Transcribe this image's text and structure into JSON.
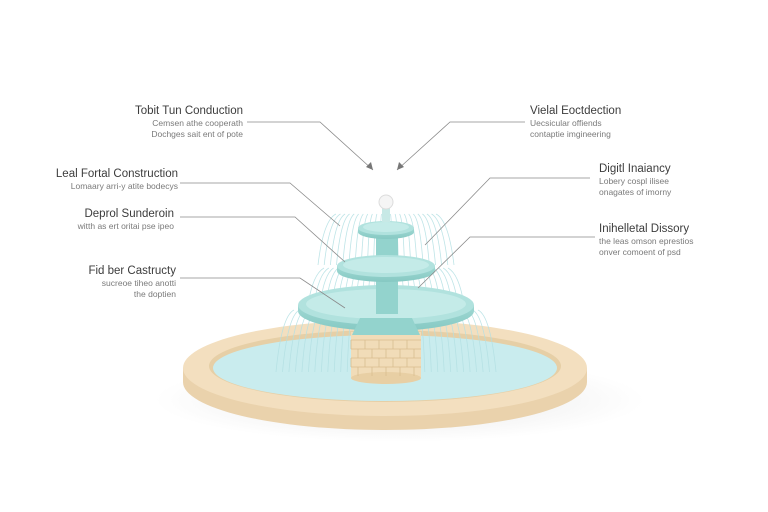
{
  "callouts": [
    {
      "id": "tl1",
      "title": "Tobit Tun Conduction",
      "desc": [
        "Cemsen athe cooperath",
        "Dochges sait ent of pote"
      ]
    },
    {
      "id": "tl2",
      "title": "Leal Fortal Construction",
      "desc": [
        "Lomaary arri-y atite bodecys"
      ]
    },
    {
      "id": "tl3",
      "title": "Deprol Sunderoin",
      "desc": [
        "witth as ert oritai pse ipeo"
      ]
    },
    {
      "id": "tl4",
      "title": "Fid ber Castructy",
      "desc": [
        "sucreoe tiheo anotti",
        "the doptien"
      ]
    },
    {
      "id": "tr1",
      "title": "Vielal Eoctdection",
      "desc": [
        "Uecsicular offiends",
        "contaptie imgineering"
      ]
    },
    {
      "id": "tr2",
      "title": "Digitl Inaiancy",
      "desc": [
        "Lobery cospl ilisee",
        "onagates of imorny"
      ]
    },
    {
      "id": "tr3",
      "title": "Inihelletal Dissory",
      "desc": [
        "the leas  omson eprestios",
        "onver comoent of psd"
      ]
    }
  ],
  "colors": {
    "basin_rim": "#f3dfbf",
    "basin_side": "#ead2ac",
    "water": "#c9ecee",
    "tier": "#a9dedb",
    "tier_dark": "#8fd0cc",
    "column": "#93d3cd",
    "pedestal": "#f1dcb8",
    "brick": "#dbc194",
    "spray": "#b8e3e5",
    "leader": "#8a8a8a"
  }
}
